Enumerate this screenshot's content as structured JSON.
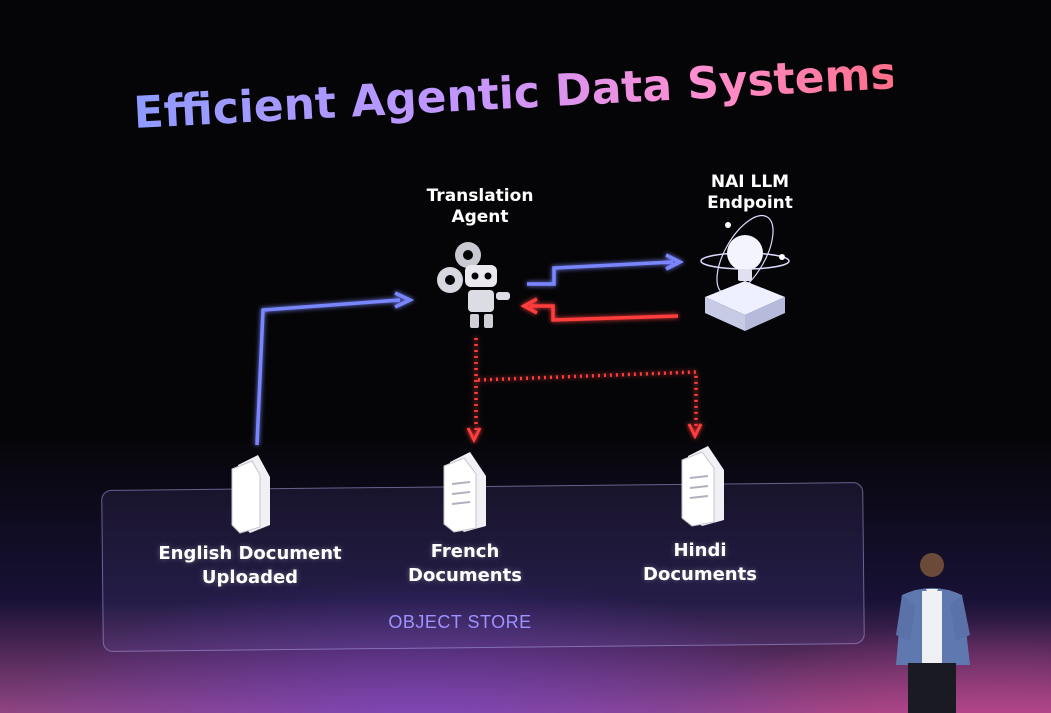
{
  "slide": {
    "title": "Efficient Agentic Data Systems"
  },
  "nodes": {
    "translation_agent": "Translation\nAgent",
    "llm_endpoint": "NAI LLM\nEndpoint"
  },
  "documents": [
    {
      "label": "English Document\nUploaded"
    },
    {
      "label": "French\nDocuments"
    },
    {
      "label": "Hindi\nDocuments"
    }
  ],
  "object_store": {
    "label": "OBJECT STORE"
  },
  "colors": {
    "request_flow": "#6f7cff",
    "response_flow": "#ff3b3b",
    "store_label": "#9d93ff"
  },
  "icons": {
    "agent": "robot-gears-icon",
    "llm": "lightbulb-server-icon",
    "document": "document-stack-icon"
  }
}
